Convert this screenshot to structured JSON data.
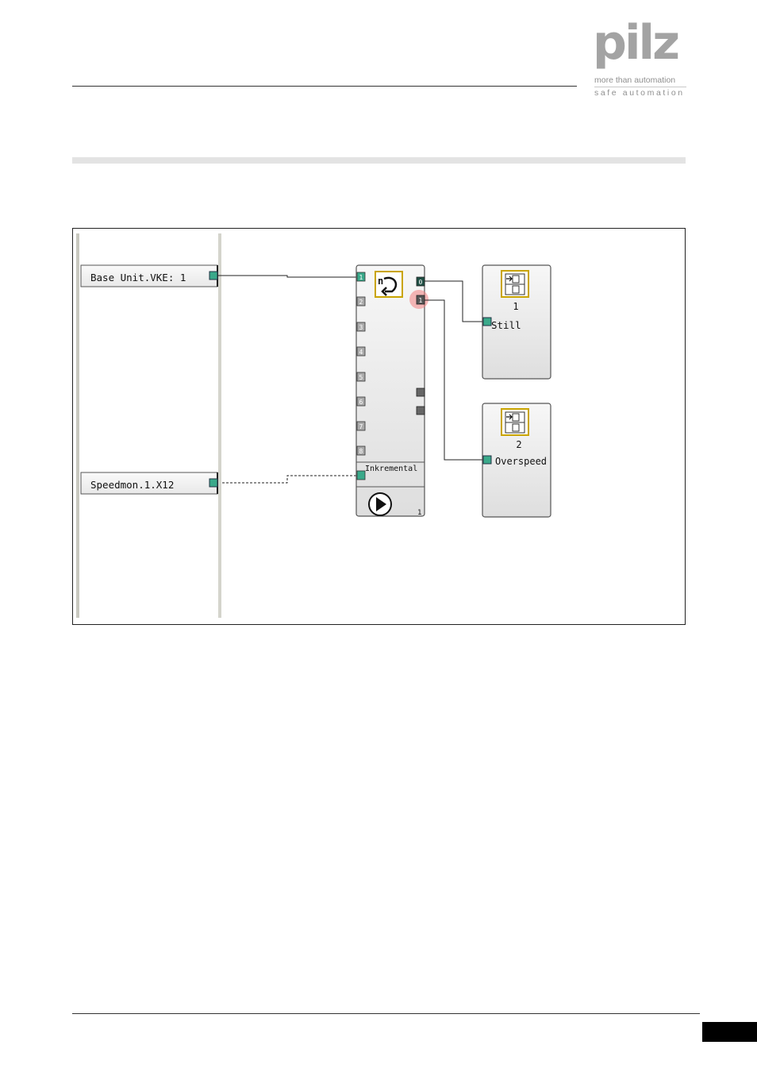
{
  "header": {
    "logo": {
      "wordmark": "pilz",
      "tagline_1": "more than automation",
      "tagline_2": "safe automation"
    }
  },
  "diagram": {
    "inputs": [
      {
        "label": "Base Unit.VKE: 1",
        "connection": "solid"
      },
      {
        "label": "Speedmon.1.X12",
        "connection": "dashed"
      }
    ],
    "speed_block": {
      "icon": "speed-monitor-icon",
      "icon_letter": "n",
      "input_ports": [
        "1",
        "2",
        "3",
        "4",
        "5",
        "6",
        "7",
        "8"
      ],
      "output_ports": [
        "0",
        "1"
      ],
      "encoder_label": "Inkremental",
      "block_number": "1",
      "run_icon": "play-icon"
    },
    "output_elements": [
      {
        "number": "1",
        "label": "Still",
        "icon": "output-element-icon"
      },
      {
        "number": "2",
        "label": "Overspeed",
        "icon": "output-element-icon"
      }
    ],
    "colors": {
      "port_green": "#3aa98a",
      "highlight": "#f08080",
      "icon_border": "#c9a400",
      "block_fill": "#ececec"
    }
  }
}
